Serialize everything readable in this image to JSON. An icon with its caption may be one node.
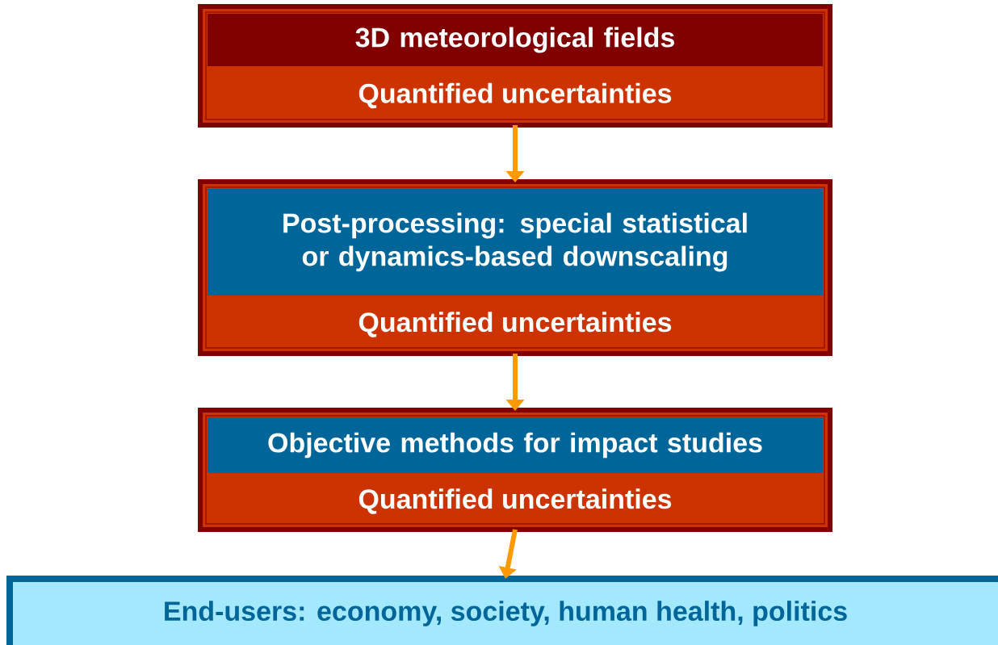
{
  "diagram": {
    "nodes": [
      {
        "text": [
          "3D meteorological fields",
          "Quantified uncertainties"
        ]
      },
      {
        "text": [
          "Post-processing: special statistical or dynamics-based downscaling",
          "Quantified uncertainties"
        ]
      },
      {
        "text": [
          "Objective methods for impact studies",
          "Quantified uncertainties"
        ]
      },
      {
        "text": [
          "End-users: economy, society, human health, politics"
        ]
      }
    ],
    "edges": [
      {
        "from": 0,
        "to": 1,
        "arrow": "to"
      },
      {
        "from": 1,
        "to": 2,
        "arrow": "to"
      },
      {
        "from": 2,
        "to": 3,
        "arrow": "to"
      }
    ]
  }
}
